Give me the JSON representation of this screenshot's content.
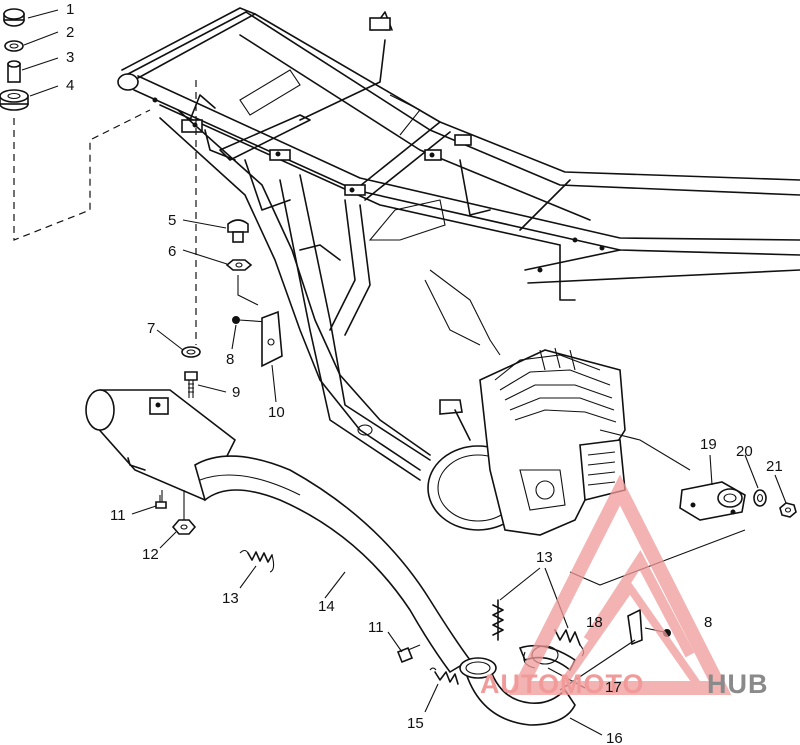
{
  "callouts": [
    {
      "id": "c1",
      "label": "1"
    },
    {
      "id": "c2",
      "label": "2"
    },
    {
      "id": "c3",
      "label": "3"
    },
    {
      "id": "c4",
      "label": "4"
    },
    {
      "id": "c5",
      "label": "5"
    },
    {
      "id": "c6",
      "label": "6"
    },
    {
      "id": "c7",
      "label": "7"
    },
    {
      "id": "c8a",
      "label": "8"
    },
    {
      "id": "c9",
      "label": "9"
    },
    {
      "id": "c10",
      "label": "10"
    },
    {
      "id": "c11a",
      "label": "11"
    },
    {
      "id": "c12",
      "label": "12"
    },
    {
      "id": "c13a",
      "label": "13"
    },
    {
      "id": "c14",
      "label": "14"
    },
    {
      "id": "c11b",
      "label": "11"
    },
    {
      "id": "c13b",
      "label": "13"
    },
    {
      "id": "c15",
      "label": "15"
    },
    {
      "id": "c16",
      "label": "16"
    },
    {
      "id": "c17",
      "label": "17"
    },
    {
      "id": "c18",
      "label": "18"
    },
    {
      "id": "c8b",
      "label": "8"
    },
    {
      "id": "c19",
      "label": "19"
    },
    {
      "id": "c20",
      "label": "20"
    },
    {
      "id": "c21",
      "label": "21"
    }
  ],
  "watermark": {
    "part1": "AUTOMOTO",
    "part2": "HUB",
    "color_primary": "#f19a9a",
    "color_secondary": "#8a8a8a"
  }
}
